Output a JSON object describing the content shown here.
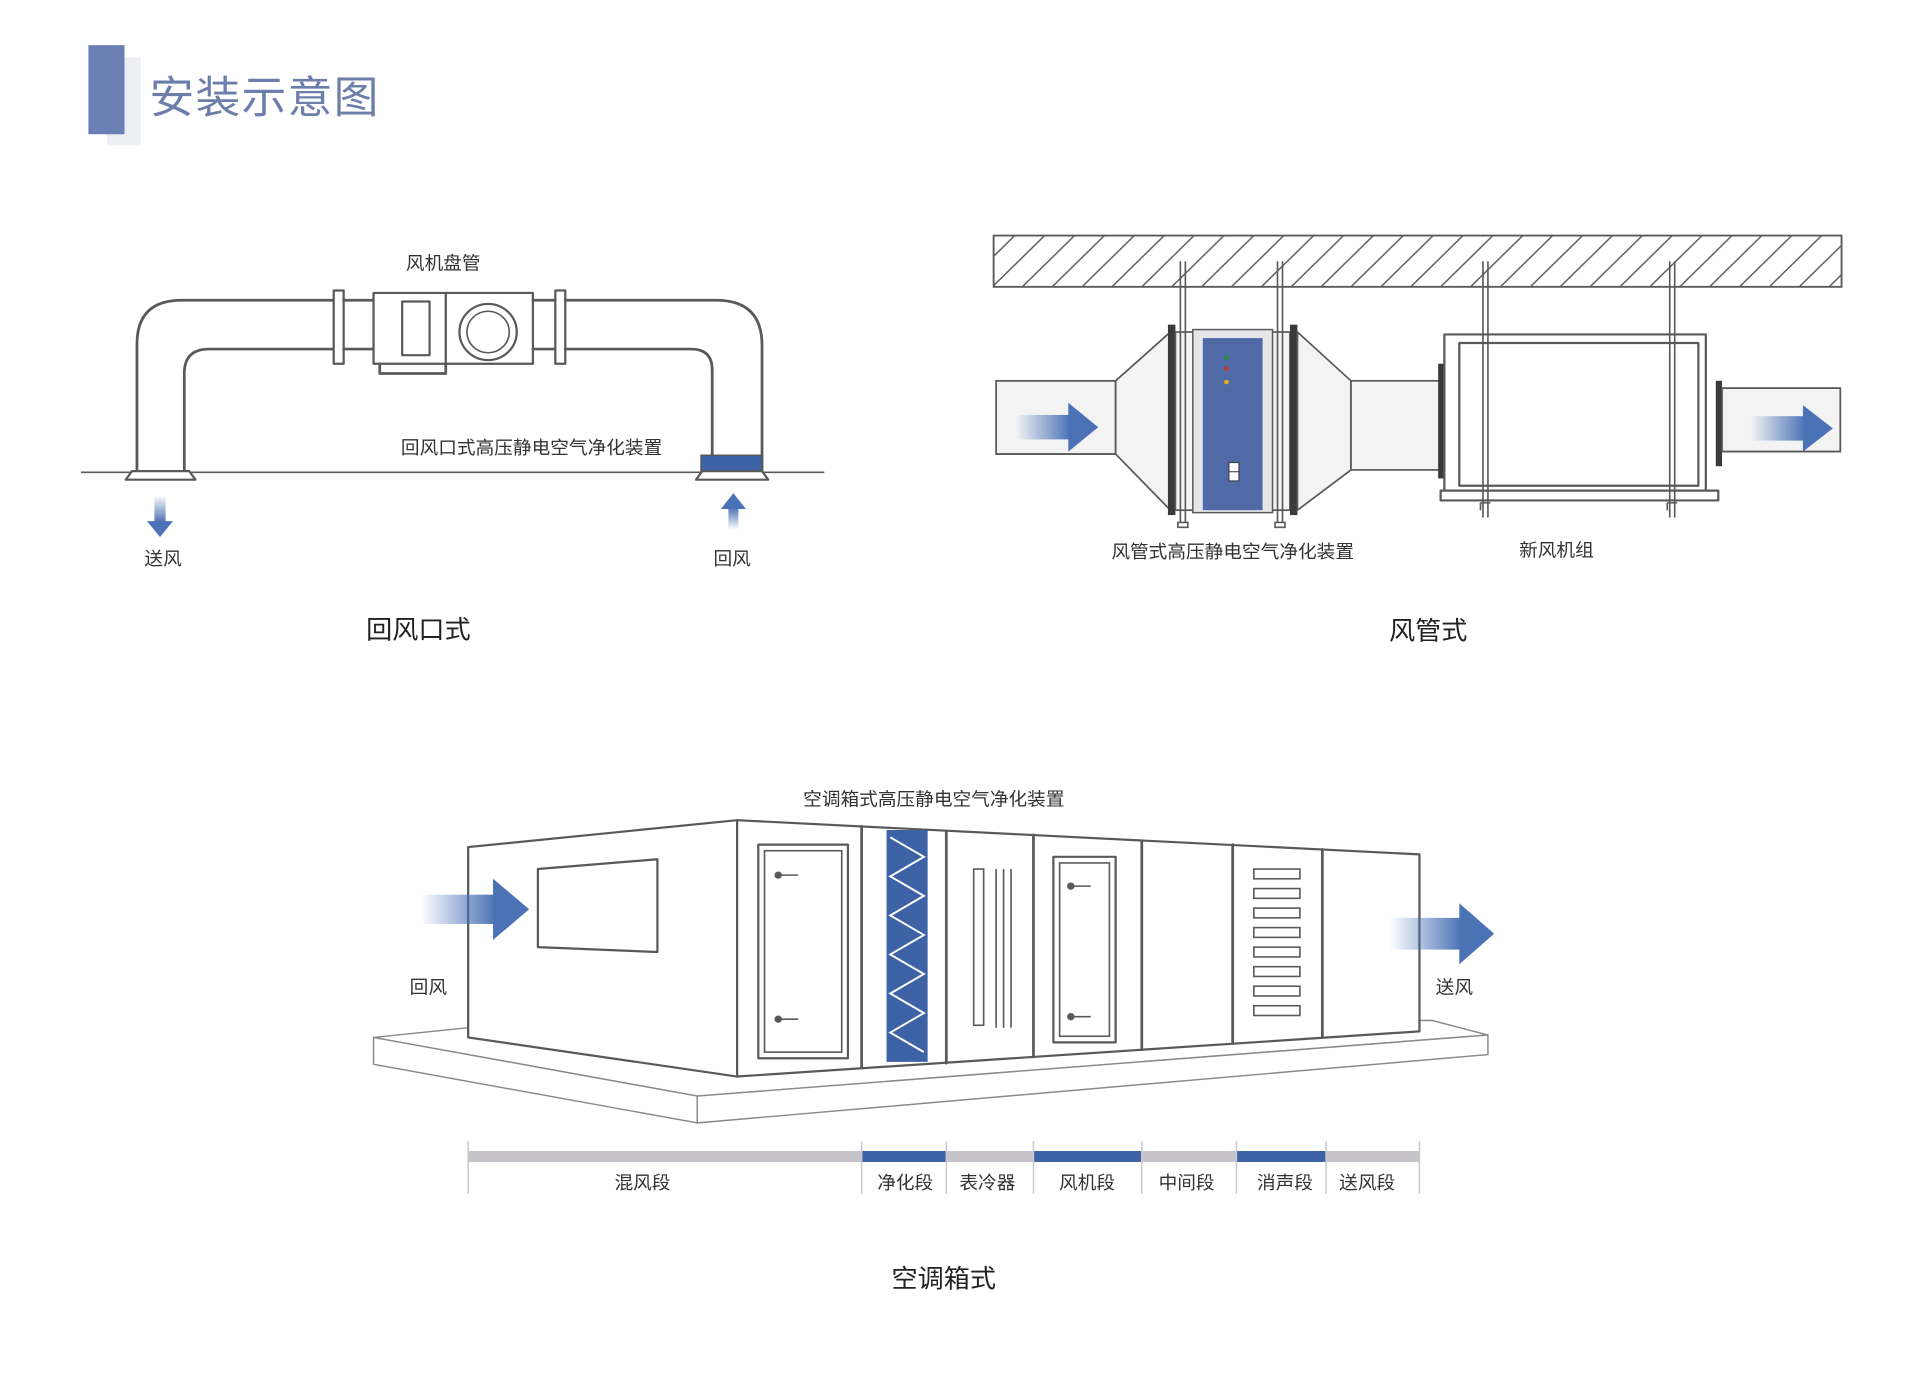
{
  "header": {
    "title": "安装示意图"
  },
  "colors": {
    "accent": "#3d62a6",
    "title": "#6c7faa",
    "header_bar": "#6a7fb4",
    "segment_neutral": "#c7c3cb",
    "line": "#58595b",
    "panel_blue": "#4f6aa7",
    "led_green": "#2f8a3a",
    "led_red": "#c0392b",
    "led_yellow": "#e0b020"
  },
  "return_vent": {
    "fan_coil_label": "风机盘管",
    "device_label": "回风口式高压静电空气净化装置",
    "supply_label": "送风",
    "return_label": "回风",
    "caption": "回风口式"
  },
  "duct": {
    "device_label": "风管式高压静电空气净化装置",
    "unit_label": "新风机组",
    "caption": "风管式"
  },
  "aircon_box": {
    "device_label": "空调箱式高压静电空气净化装置",
    "return_label": "回风",
    "supply_label": "送风",
    "segments": [
      {
        "name": "混风段",
        "highlighted": false
      },
      {
        "name": "净化段",
        "highlighted": true
      },
      {
        "name": "表冷器",
        "highlighted": false
      },
      {
        "name": "风机段",
        "highlighted": true
      },
      {
        "name": "中间段",
        "highlighted": false
      },
      {
        "name": "消声段",
        "highlighted": true
      },
      {
        "name": "送风段",
        "highlighted": false
      }
    ],
    "caption": "空调箱式"
  }
}
